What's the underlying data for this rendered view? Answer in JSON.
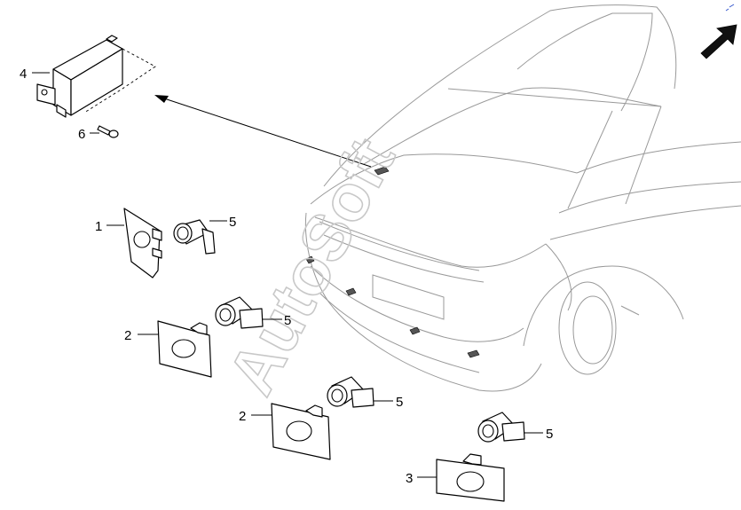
{
  "callouts": {
    "c1": "1",
    "c2a": "2",
    "c2b": "2",
    "c3": "3",
    "c4": "4",
    "c5a": "5",
    "c5b": "5",
    "c5c": "5",
    "c5d": "5",
    "c6": "6"
  },
  "watermark": "AutoSoft",
  "icons": {
    "direction_arrow": "forward-direction-arrow-icon"
  },
  "colors": {
    "line": "#000000",
    "car_outline": "#999999",
    "watermark": "#c8c8c8",
    "accent_blue": "#3355cc"
  }
}
